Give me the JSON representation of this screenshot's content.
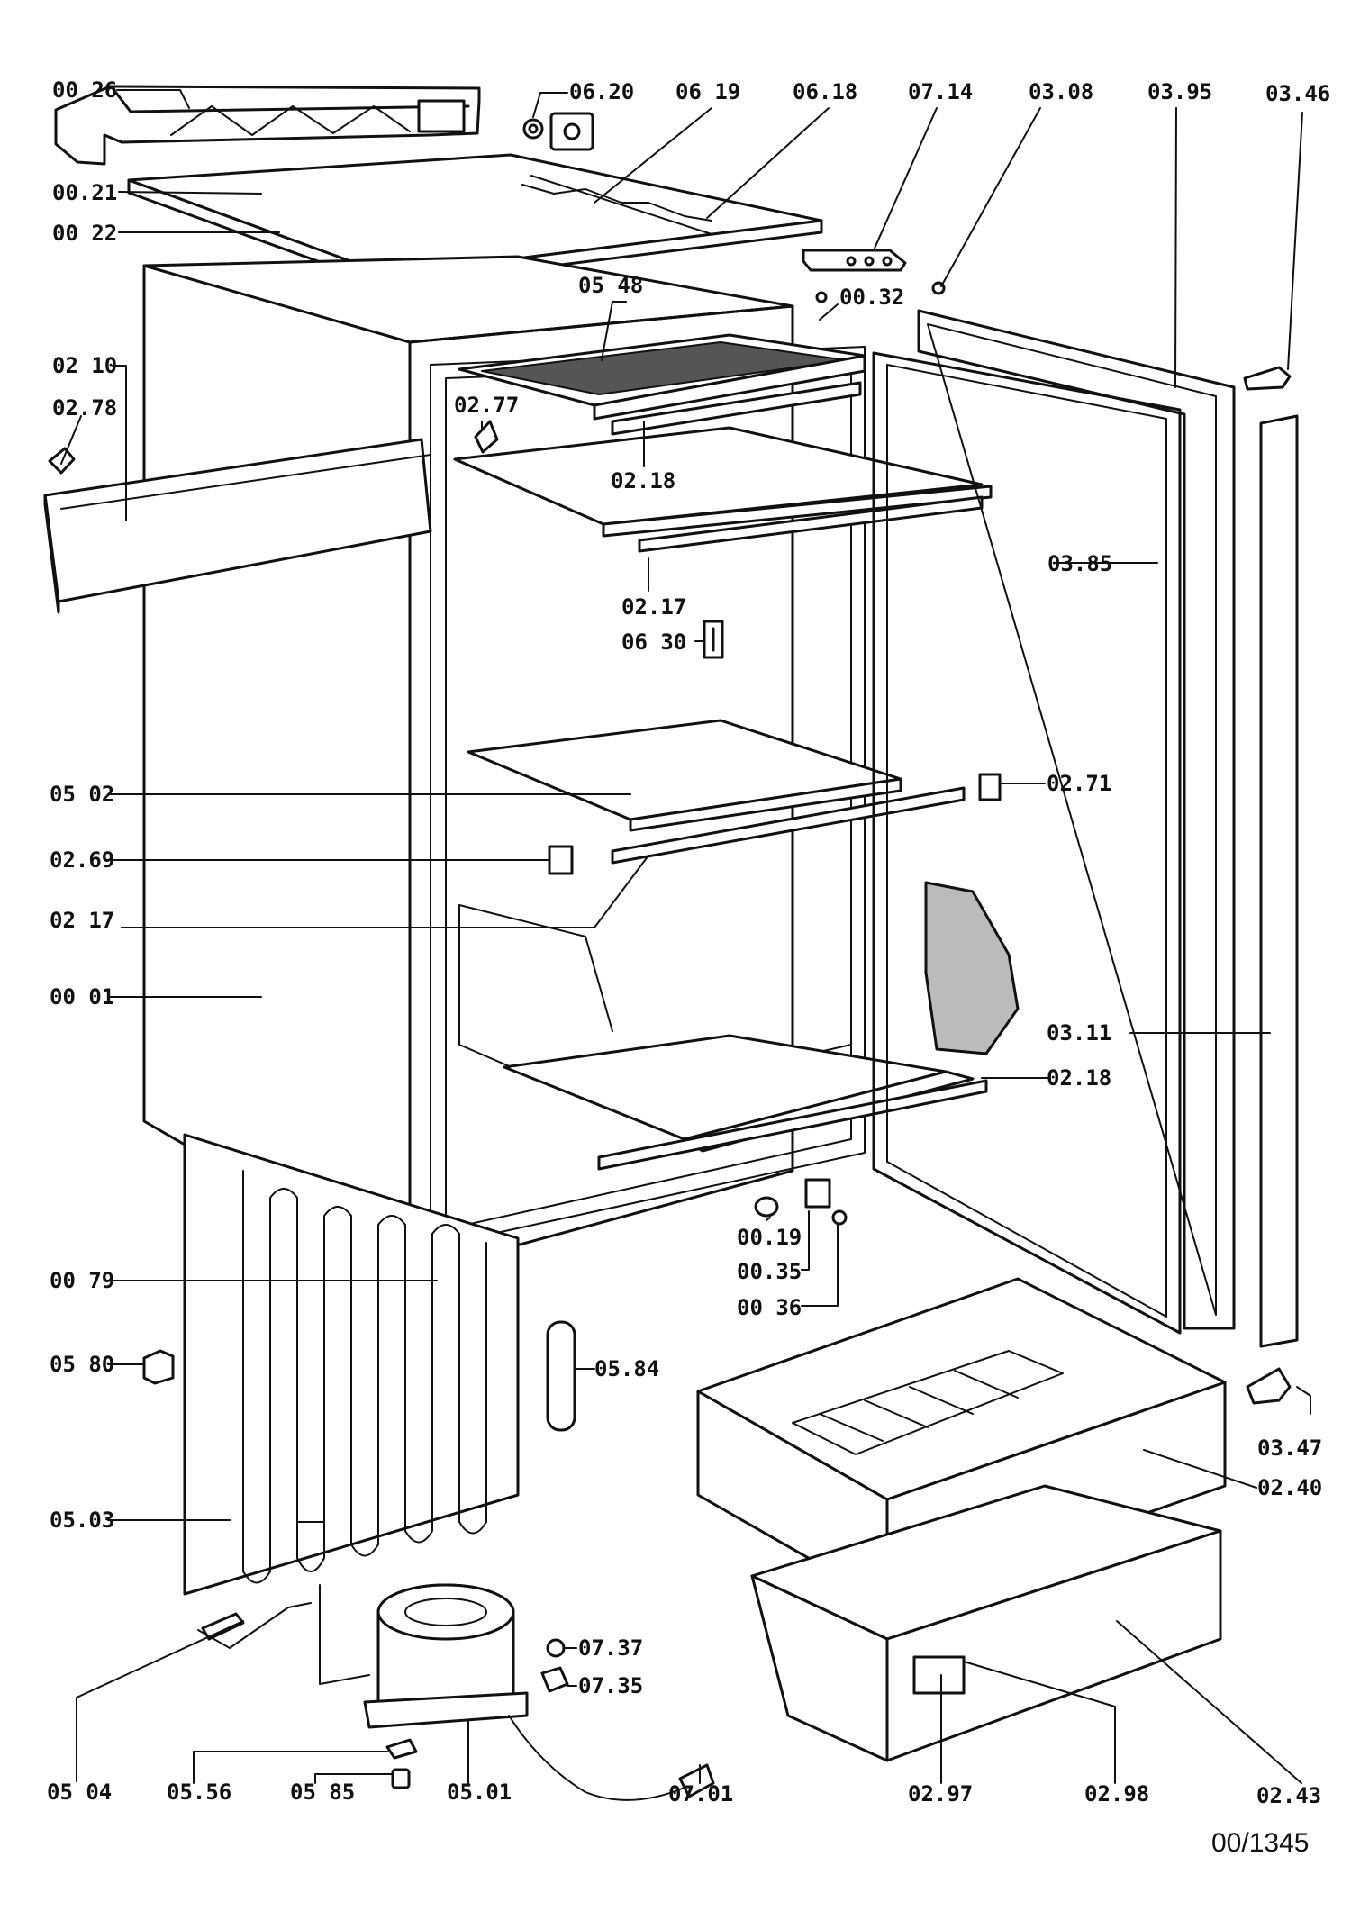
{
  "labels": {
    "p0026": "00 26",
    "p0620": "06.20",
    "p0619": "06 19",
    "p0618": "06.18",
    "p0714": "07.14",
    "p0308": "03.08",
    "p0395": "03.95",
    "p0346": "03.46",
    "p0021": "00.21",
    "p0022": "00 22",
    "p0548": "05 48",
    "p0032": "00.32",
    "p0210": "02 10",
    "p0278": "02.78",
    "p0277": "02.77",
    "p0218a": "02.18",
    "p0385": "03.85",
    "p0217a": "02.17",
    "p0630": "06 30",
    "p0502": "05 02",
    "p0271": "02.71",
    "p0269": "02.69",
    "p0217b": "02 17",
    "p0001": "00 01",
    "p0311": "03.11",
    "p0218b": "02.18",
    "p0019": "00.19",
    "p0035": "00.35",
    "p0036": "00 36",
    "p0079": "00 79",
    "p0580": "05 80",
    "p0584": "05.84",
    "p0347": "03.47",
    "p0240": "02.40",
    "p0503": "05.03",
    "p0737": "07.37",
    "p0735": "07.35",
    "p0504": "05 04",
    "p0556": "05.56",
    "p0585": "05 85",
    "p0501": "05.01",
    "p0701": "07.01",
    "p0297": "02.97",
    "p0298": "02.98",
    "p0243": "02.43"
  },
  "doc_ref": "00/1345",
  "colors": {
    "ink": "#111111",
    "paper": "#ffffff",
    "shade": "#d8d8d8"
  }
}
